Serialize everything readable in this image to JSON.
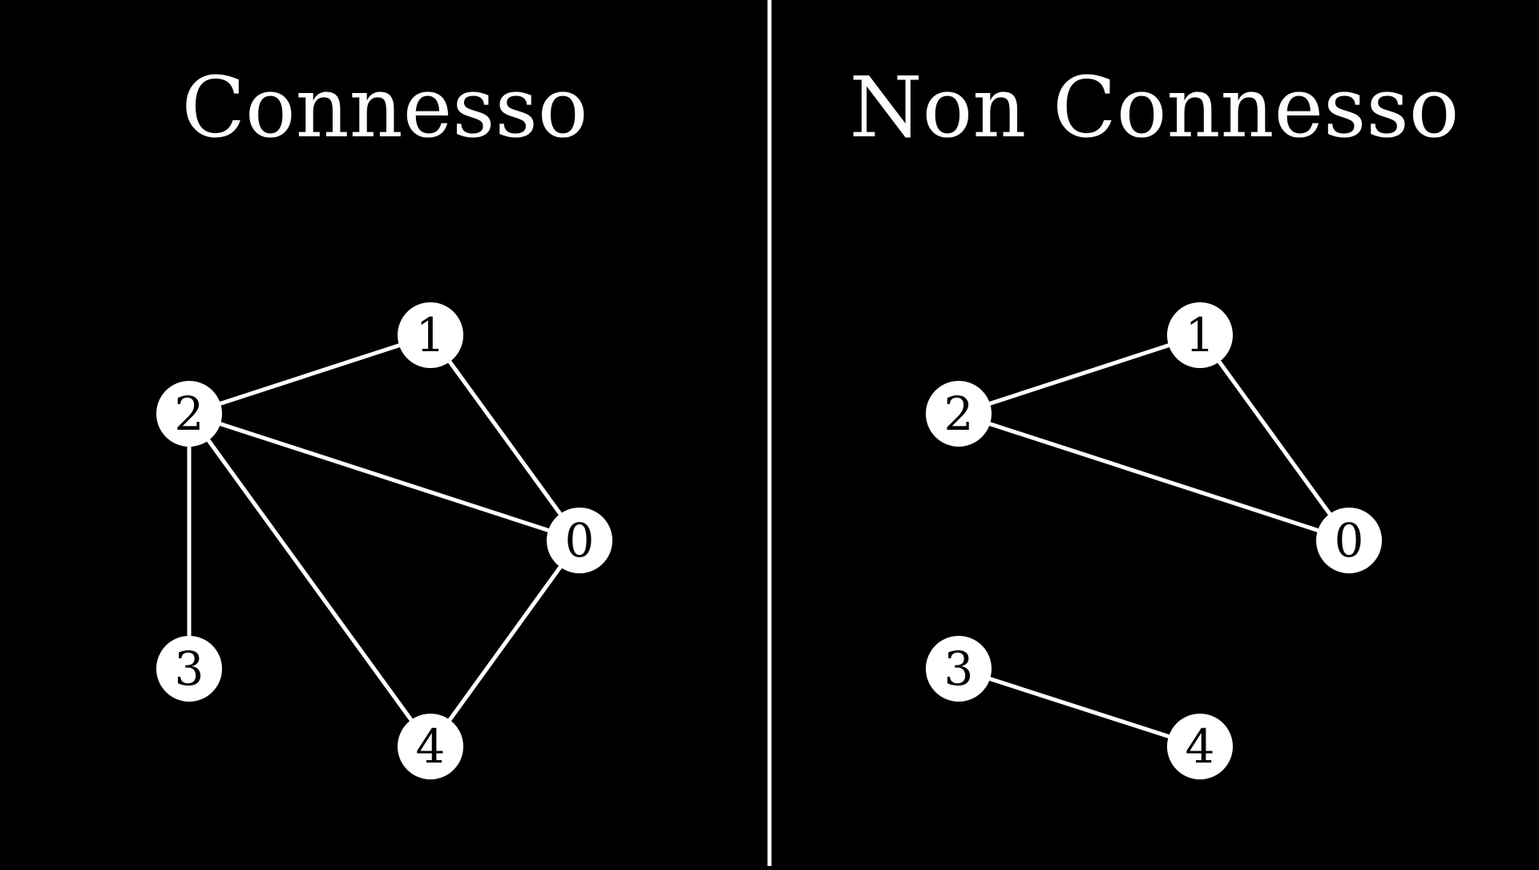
{
  "colors": {
    "background": "#000000",
    "foreground": "#ffffff"
  },
  "panels": [
    {
      "title": "Connesso",
      "nodes": [
        "0",
        "1",
        "2",
        "3",
        "4"
      ],
      "edges": [
        [
          "2",
          "1"
        ],
        [
          "1",
          "0"
        ],
        [
          "2",
          "0"
        ],
        [
          "2",
          "3"
        ],
        [
          "2",
          "4"
        ],
        [
          "0",
          "4"
        ]
      ]
    },
    {
      "title": "Non Connesso",
      "nodes": [
        "0",
        "1",
        "2",
        "3",
        "4"
      ],
      "edges": [
        [
          "2",
          "1"
        ],
        [
          "1",
          "0"
        ],
        [
          "2",
          "0"
        ],
        [
          "3",
          "4"
        ]
      ]
    }
  ]
}
